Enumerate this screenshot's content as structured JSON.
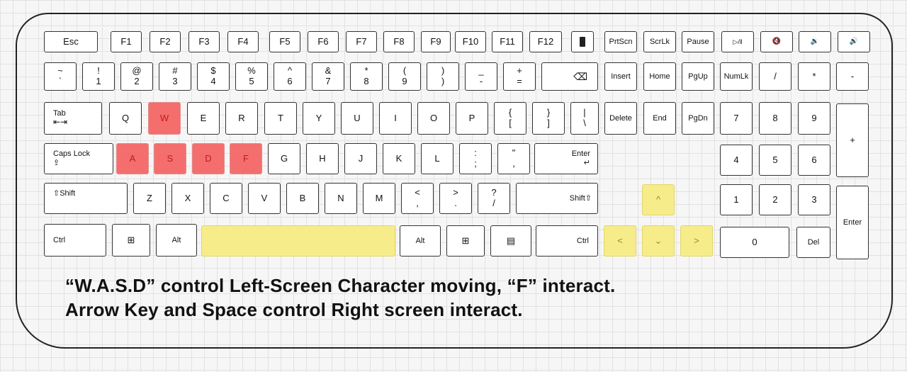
{
  "keys": {
    "esc": "Esc",
    "f1": "F1",
    "f2": "F2",
    "f3": "F3",
    "f4": "F4",
    "f5": "F5",
    "f6": "F6",
    "f7": "F7",
    "f8": "F8",
    "f9": "F9",
    "f10": "F10",
    "f11": "F11",
    "f12": "F12",
    "prtscn": "PrtScn",
    "scrlk": "ScrLk",
    "pause": "Pause",
    "media_play": "▷/‖",
    "mute": "🔇",
    "vol_down": "🔉",
    "vol_up": "🔊",
    "tilde_top": "~",
    "tilde_bottom": "`",
    "n1_top": "!",
    "n1_bottom": "1",
    "n2_top": "@",
    "n2_bottom": "2",
    "n3_top": "#",
    "n3_bottom": "3",
    "n4_top": "$",
    "n4_bottom": "4",
    "n5_top": "%",
    "n5_bottom": "5",
    "n6_top": "^",
    "n6_bottom": "6",
    "n7_top": "&",
    "n7_bottom": "7",
    "n8_top": "*",
    "n8_bottom": "8",
    "n9_top": "(",
    "n9_bottom": "9",
    "n0_top": ")",
    "n0_bottom": ")",
    "minus_top": "_",
    "minus_bottom": "-",
    "equals_top": "+",
    "equals_bottom": "=",
    "backspace": "⌫",
    "insert": "Insert",
    "home": "Home",
    "pgup": "PgUp",
    "numlk": "NumLk",
    "np_slash": "/",
    "np_star": "*",
    "np_minus": "-",
    "tab": "Tab",
    "tab_arrows": "⇤⇥",
    "q": "Q",
    "w": "W",
    "e": "E",
    "r": "R",
    "t": "T",
    "y": "Y",
    "u": "U",
    "i": "I",
    "o": "O",
    "p": "P",
    "lbracket_top": "{",
    "lbracket_bottom": "[",
    "rbracket_top": "}",
    "rbracket_bottom": "]",
    "pipe_top": "|",
    "pipe_bottom": "\\",
    "delete": "Delete",
    "end": "End",
    "pgdn": "PgDn",
    "np7": "7",
    "np8": "8",
    "np9": "9",
    "np_plus": "+",
    "capslock": "Caps Lock",
    "capslock_icon": "⇪",
    "a": "A",
    "s": "S",
    "d": "D",
    "f": "F",
    "g": "G",
    "h": "H",
    "j": "J",
    "k": "K",
    "l": "L",
    "semicolon_top": ":",
    "semicolon_bottom": ";",
    "quote_top": "\"",
    "quote_bottom": ",",
    "enter": "Enter",
    "enter_icon": "↵",
    "np4": "4",
    "np5": "5",
    "np6": "6",
    "lshift": "⇧Shift",
    "z": "Z",
    "x": "X",
    "c": "C",
    "v": "V",
    "b": "B",
    "n": "N",
    "m": "M",
    "comma_top": "<",
    "comma_bottom": ",",
    "period_top": ">",
    "period_bottom": ".",
    "slash_top": "?",
    "slash_bottom": "/",
    "rshift": "Shift⇧",
    "arrow_up": "^",
    "np1": "1",
    "np2": "2",
    "np3": "3",
    "np_enter": "Enter",
    "lctrl": "Ctrl",
    "lwin": "⊞",
    "lalt": "Alt",
    "space": "",
    "ralt": "Alt",
    "rwin": "⊞",
    "menu": "▤",
    "rctrl": "Ctrl",
    "arrow_left": "<",
    "arrow_down": "⌄",
    "arrow_right": ">",
    "np0": "0",
    "np_del": "Del"
  },
  "notes": {
    "line1": "“W.A.S.D” control Left-Screen Character moving, “F” interact.",
    "line2": "Arrow Key and Space control Right screen interact."
  },
  "colors": {
    "highlight_red": "#f46e6e",
    "highlight_yellow": "#f7ec8a"
  }
}
